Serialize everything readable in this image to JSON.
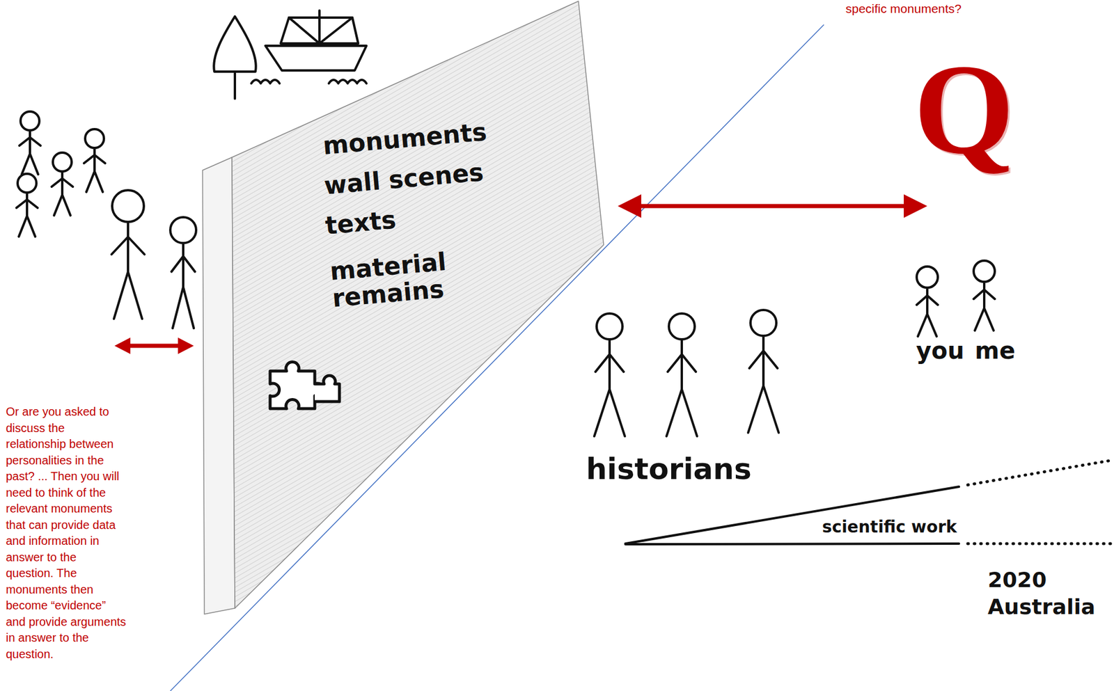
{
  "diagram": {
    "nodes": [
      {
        "text": [
          "monuments",
          "wall scenes",
          "texts",
          "material remains"
        ]
      }
    ],
    "labels": [
      "specific monuments?",
      "Or are you asked to discuss the relationship between personalities in the past? ... Then you will need to think of the relevant monuments that can provide data and information in answer to the question. The monuments then become “evidence” and provide arguments in answer to the question.",
      "Q",
      "you",
      "me",
      "historians",
      "scientific work",
      "2020 Australia"
    ]
  }
}
